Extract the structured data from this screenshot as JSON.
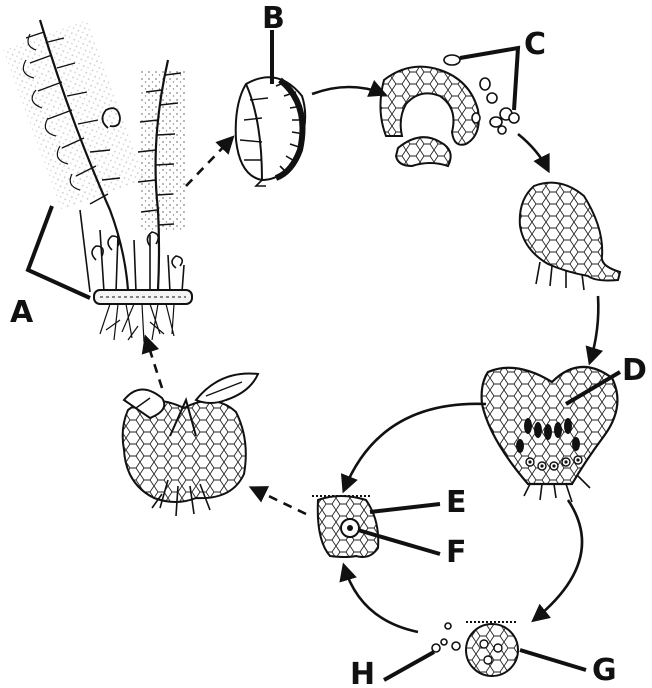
{
  "diagram": {
    "labels": {
      "a": "A",
      "b": "B",
      "c": "C",
      "d": "D",
      "e": "E",
      "f": "F",
      "g": "G",
      "h": "H"
    },
    "colors": {
      "ink": "#111111",
      "paper": "#ffffff",
      "tissue": "#f4f4f4"
    }
  }
}
